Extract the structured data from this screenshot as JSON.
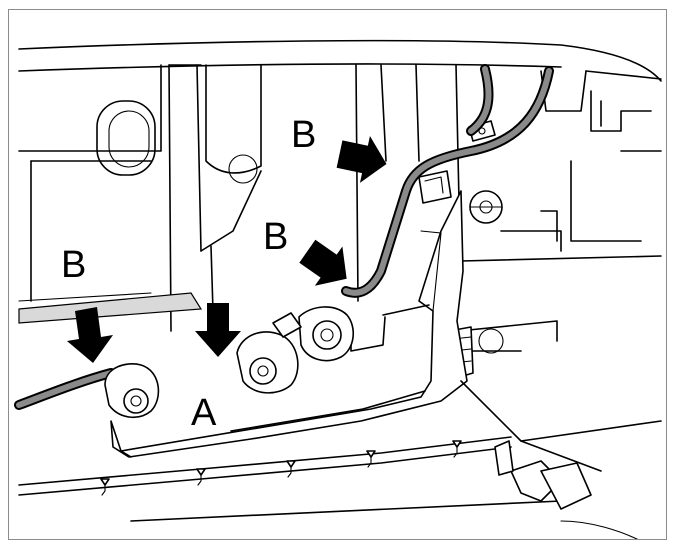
{
  "callouts": {
    "label_a": "A",
    "label_b_top": "B",
    "label_b_middle": "B",
    "label_b_left": "B"
  },
  "colors": {
    "line": "#000000",
    "cable_fill": "#8a8a8a",
    "frame_border": "#8c8c8c",
    "background": "#ffffff"
  },
  "icons": [
    "arrow-icon"
  ]
}
